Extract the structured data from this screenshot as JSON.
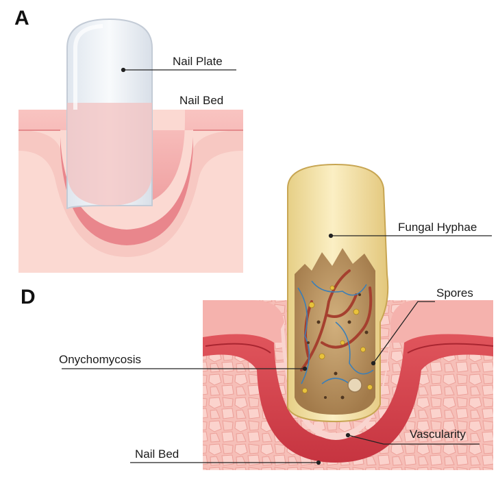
{
  "panels": {
    "a": {
      "letter": "A",
      "labels": {
        "nail_plate": "Nail Plate",
        "nail_bed": "Nail Bed"
      }
    },
    "d": {
      "letter": "D",
      "labels": {
        "fungal_hyphae": "Fungal Hyphae",
        "spores": "Spores",
        "onychomycosis": "Onychomycosis",
        "vascularity": "Vascularity",
        "nail_bed": "Nail Bed"
      }
    }
  },
  "colors": {
    "skin_light": "#fbd6cf",
    "skin_mid": "#f2a7a4",
    "dermis_red": "#d9434c",
    "nail_clear": "#eef2f6",
    "nail_infected": "#f2e2a6",
    "fungal_debris": "#b38d5c",
    "vessel_blue": "#3b7fb8",
    "vessel_red": "#a8443a",
    "spore_yellow": "#e9c23c"
  }
}
